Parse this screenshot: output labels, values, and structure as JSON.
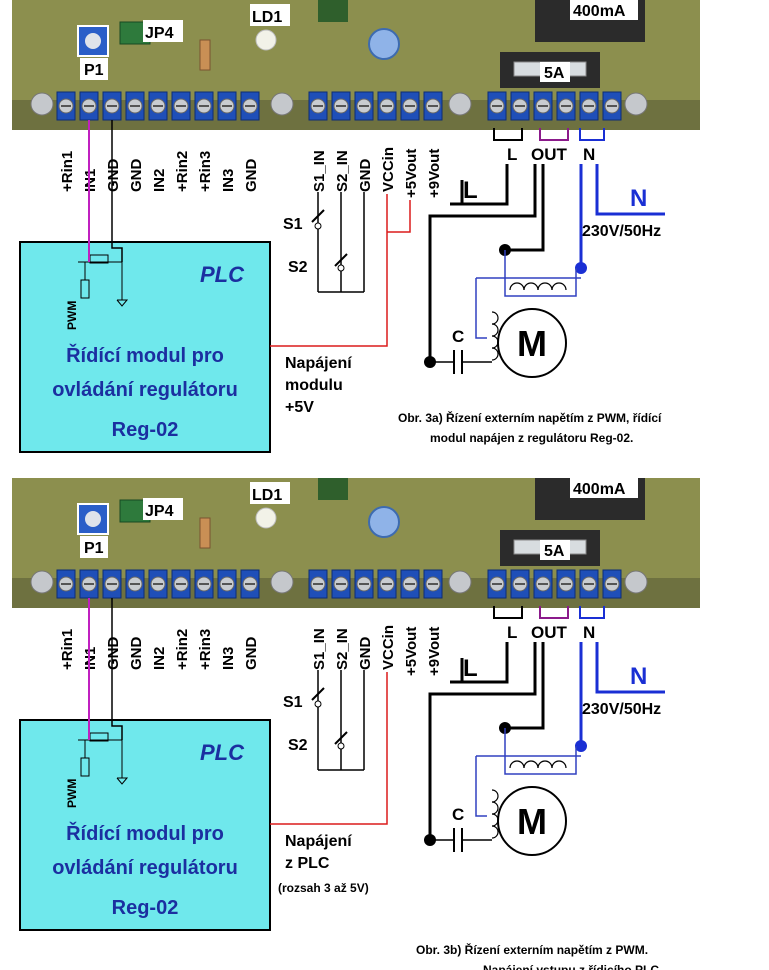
{
  "diagrams": [
    {
      "board": {
        "ld1": "LD1",
        "jp4": "JP4",
        "p1": "P1",
        "fuse_small": "400mA",
        "fuse_big": "5A"
      },
      "terminals_left": [
        "+Rin1",
        "IN1",
        "GND",
        "GND",
        "IN2",
        "+Rin2",
        "+Rin3",
        "IN3",
        "GND"
      ],
      "terminals_mid": [
        "S1_IN",
        "S2_IN",
        "GND",
        "VCCin",
        "+5Vout",
        "+9Vout"
      ],
      "terminals_right": [
        "L",
        "OUT",
        "N"
      ],
      "switches": [
        "S1",
        "S2"
      ],
      "plc": {
        "title": "PLC",
        "pwm": "PWM",
        "line1": "Řídící modul pro",
        "line2": "ovládání regulátoru",
        "line3": "Reg-02"
      },
      "power_label": [
        "Napájení",
        "modulu",
        "+5V"
      ],
      "power_small": "",
      "line_l": "L",
      "line_n": "N",
      "mains": "230V/50Hz",
      "capacitor": "C",
      "motor": "M",
      "caption": [
        "Obr. 3a) Řízení externím napětím z PWM, řídící",
        "modul napájen z regulátoru Reg-02."
      ]
    },
    {
      "board": {
        "ld1": "LD1",
        "jp4": "JP4",
        "p1": "P1",
        "fuse_small": "400mA",
        "fuse_big": "5A"
      },
      "terminals_left": [
        "+Rin1",
        "IN1",
        "GND",
        "GND",
        "IN2",
        "+Rin2",
        "+Rin3",
        "IN3",
        "GND"
      ],
      "terminals_mid": [
        "S1_IN",
        "S2_IN",
        "GND",
        "VCCin",
        "+5Vout",
        "+9Vout"
      ],
      "terminals_right": [
        "L",
        "OUT",
        "N"
      ],
      "switches": [
        "S1",
        "S2"
      ],
      "plc": {
        "title": "PLC",
        "pwm": "PWM",
        "line1": "Řídící modul pro",
        "line2": "ovládání regulátoru",
        "line3": "Reg-02"
      },
      "power_label": [
        "Napájení",
        "z PLC"
      ],
      "power_small": "(rozsah 3 až 5V)",
      "line_l": "L",
      "line_n": "N",
      "mains": "230V/50Hz",
      "capacitor": "C",
      "motor": "M",
      "caption": [
        "Obr. 3b) Řízení externím napětím z PWM.",
        "Napájení vstupu z řídicího  PLC."
      ]
    }
  ]
}
